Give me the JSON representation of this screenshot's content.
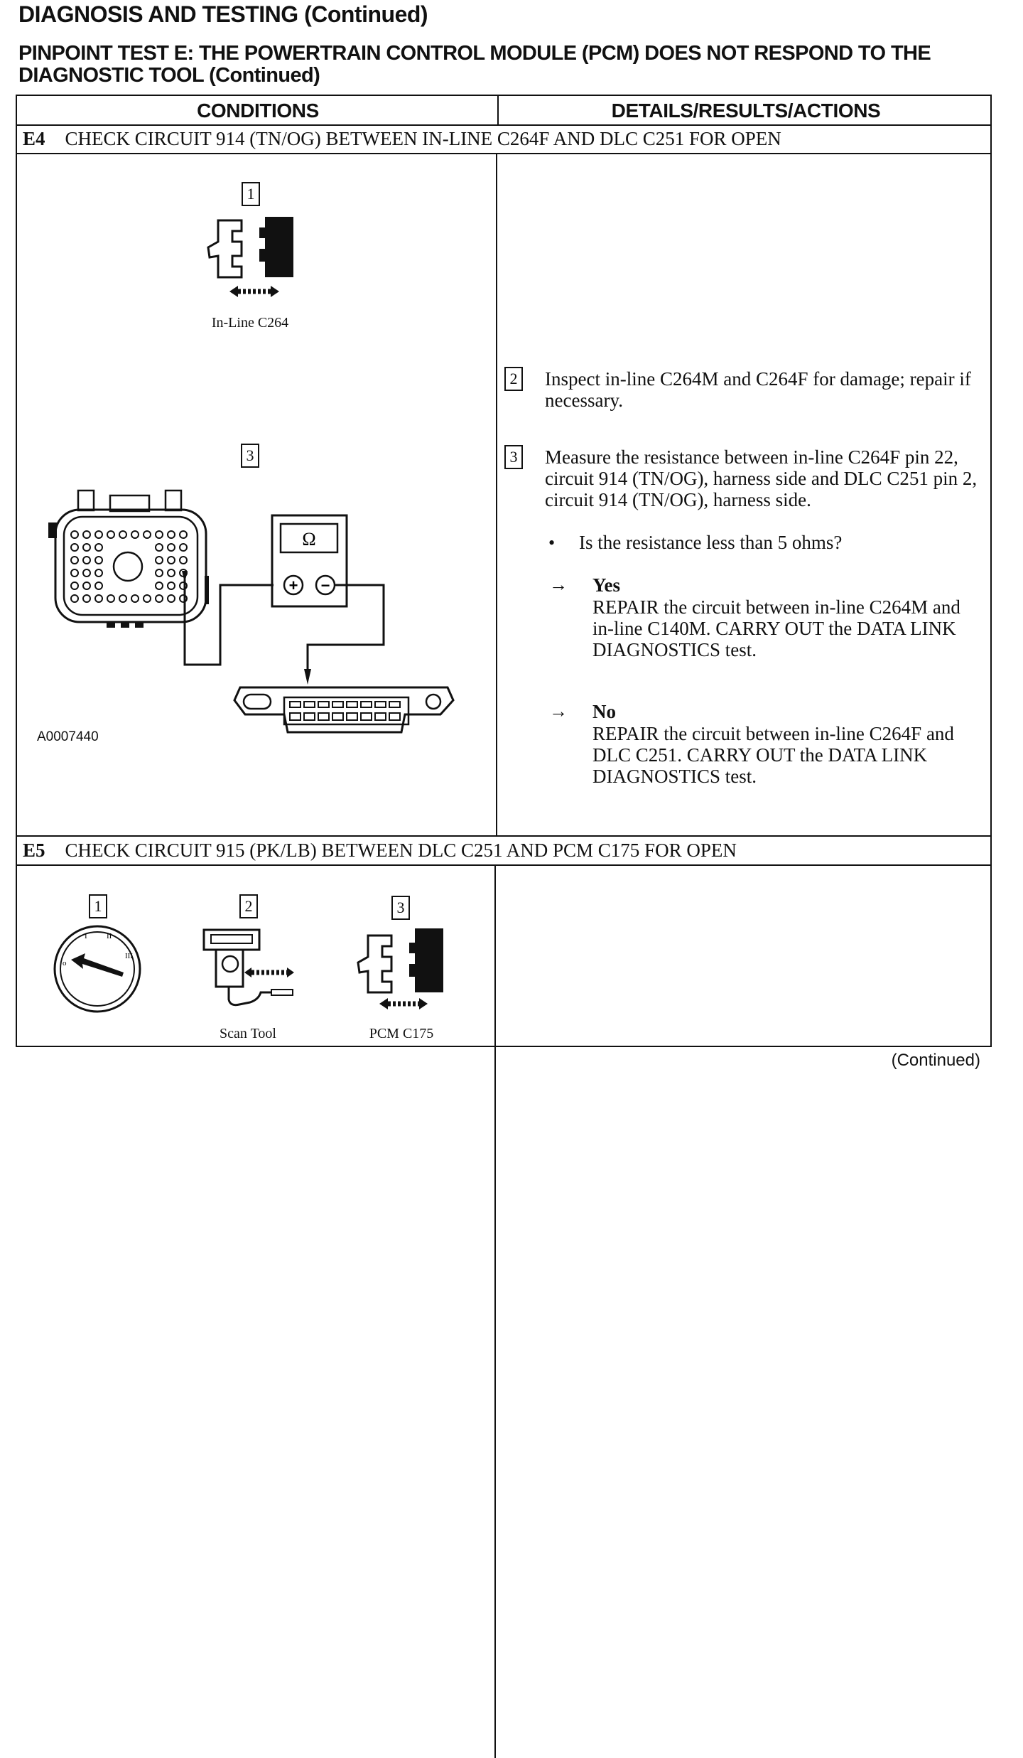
{
  "header": {
    "page_title": "DIAGNOSIS AND TESTING (Continued)",
    "test_title": "PINPOINT TEST E:  THE POWERTRAIN CONTROL MODULE (PCM) DOES NOT RESPOND TO THE DIAGNOSTIC TOOL (Continued)"
  },
  "table": {
    "col_conditions": "CONDITIONS",
    "col_details": "DETAILS/RESULTS/ACTIONS"
  },
  "e4": {
    "id": "E4",
    "title": "CHECK CIRCUIT 914 (TN/OG) BETWEEN IN-LINE C264F AND DLC C251 FOR OPEN",
    "fig1_num": "1",
    "fig1_caption": "In-Line C264",
    "fig3_num": "3",
    "meter_symbol": "Ω",
    "meter_plus": "+",
    "meter_minus": "−",
    "figure_id": "A0007440",
    "step2_num": "2",
    "step2_text": "Inspect in-line C264M and C264F for damage; repair if necessary.",
    "step3_num": "3",
    "step3_text": "Measure the resistance between in-line C264F pin 22, circuit 914 (TN/OG), harness side and DLC C251 pin 2, circuit 914 (TN/OG), harness side.",
    "question": "Is the resistance less than 5 ohms?",
    "yes_label": "Yes",
    "yes_text": "REPAIR the circuit between in-line C264M and in-line C140M. CARRY OUT the DATA LINK  DIAGNOSTICS test.",
    "no_label": "No",
    "no_text": "REPAIR the circuit between in-line C264F and DLC C251. CARRY  OUT the DATA LINK DIAGNOSTICS test."
  },
  "e5": {
    "id": "E5",
    "title": "CHECK CIRCUIT 915 (PK/LB) BETWEEN DLC C251 AND PCM C175 FOR OPEN",
    "fig1_num": "1",
    "fig2_num": "2",
    "fig2_caption": "Scan Tool",
    "fig3_num": "3",
    "fig3_caption": "PCM C175"
  },
  "footer": {
    "continued": "(Continued)"
  }
}
